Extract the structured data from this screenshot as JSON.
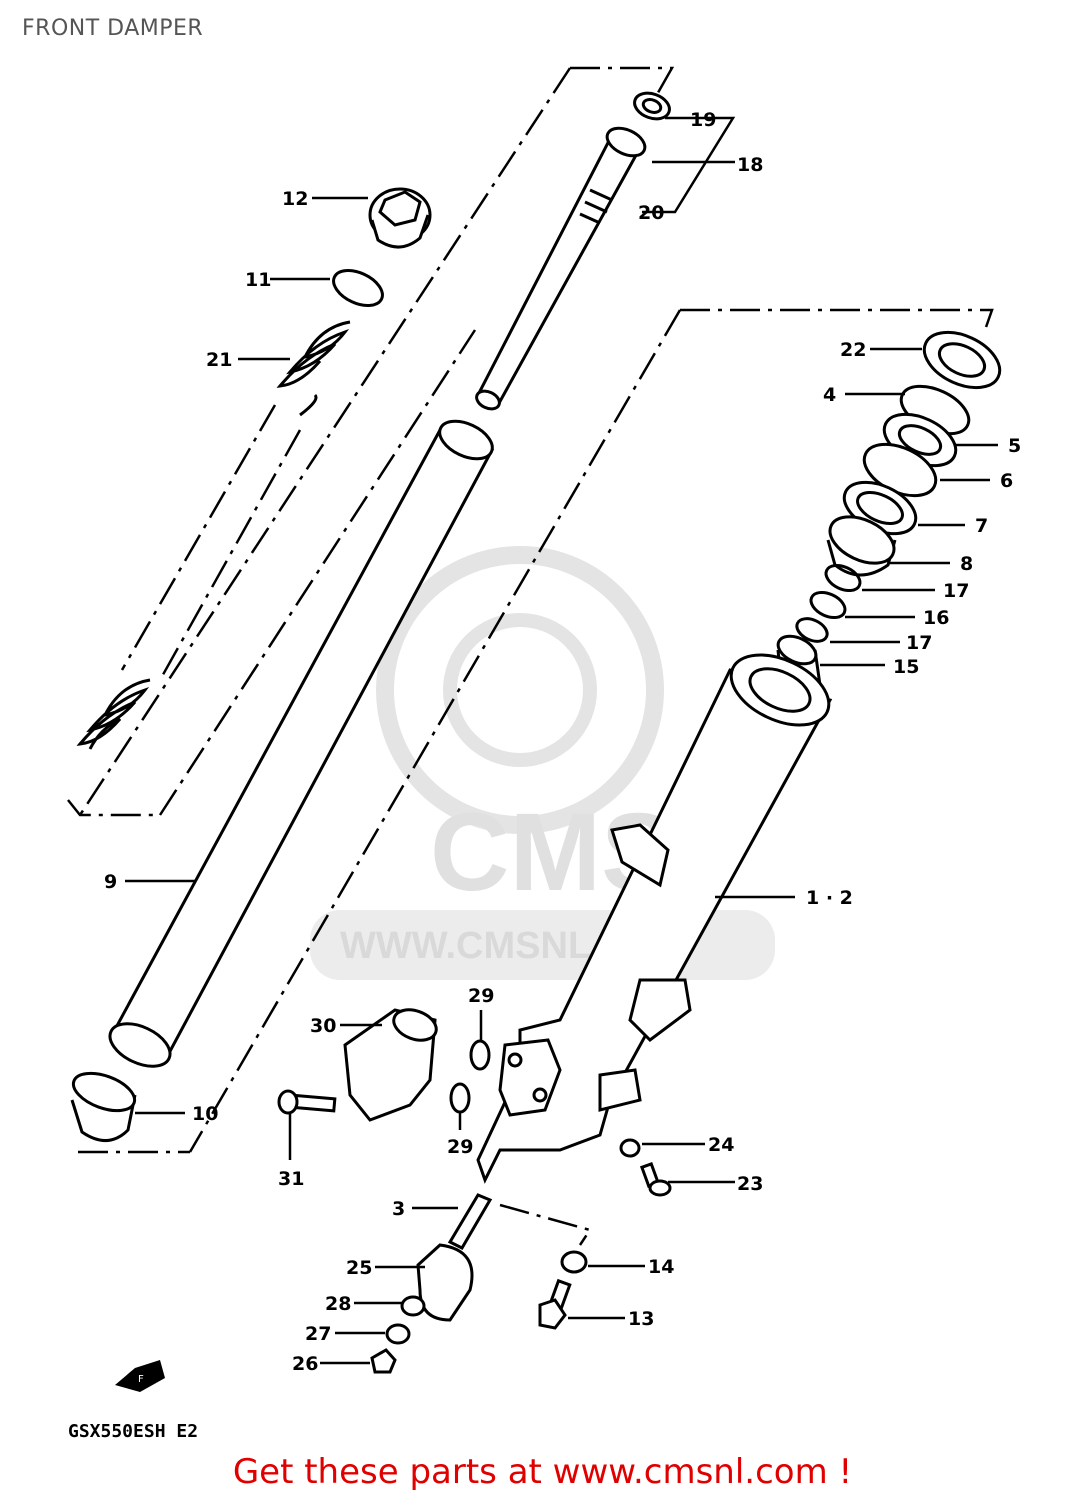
{
  "title": "FRONT DAMPER",
  "model_code": "GSX550ESH E2",
  "footer_text": "Get these parts at www.cmsnl.com !",
  "watermark": "WWW.CMSNL.COM",
  "watermark_logo": "CMS",
  "colors": {
    "footer": "#e00000",
    "title": "#555555",
    "watermark": "#d9d9d9"
  },
  "callouts": {
    "c1_2": "1 · 2",
    "c3": "3",
    "c4": "4",
    "c5": "5",
    "c6": "6",
    "c7": "7",
    "c8": "8",
    "c9": "9",
    "c10": "10",
    "c11": "11",
    "c12": "12",
    "c13": "13",
    "c14": "14",
    "c15": "15",
    "c16": "16",
    "c17a": "17",
    "c17b": "17",
    "c18": "18",
    "c19": "19",
    "c20": "20",
    "c21": "21",
    "c22": "22",
    "c23": "23",
    "c24": "24",
    "c25": "25",
    "c26": "26",
    "c27": "27",
    "c28": "28",
    "c29a": "29",
    "c29b": "29",
    "c30": "30",
    "c31": "31"
  },
  "icons": {
    "front_arrow": "front-direction-arrow-icon"
  }
}
